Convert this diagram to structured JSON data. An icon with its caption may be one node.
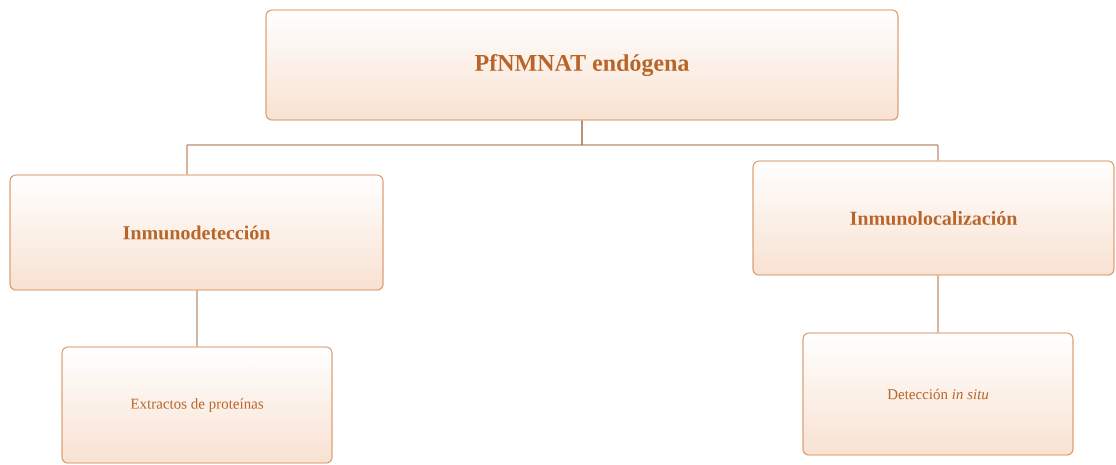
{
  "diagram": {
    "nodes": [
      {
        "text": [
          "PfNMNAT endógena"
        ]
      },
      {
        "text": [
          "Inmunodetección"
        ]
      },
      {
        "text": [
          "Inmunolocalización"
        ]
      },
      {
        "text": [
          "Extractos de proteínas"
        ]
      },
      {
        "text": [
          "Detección *in situ*"
        ]
      }
    ],
    "edges": [
      {
        "from": 0,
        "to": 1,
        "arrow": "none"
      },
      {
        "from": 0,
        "to": 2,
        "arrow": "none"
      },
      {
        "from": 1,
        "to": 3,
        "arrow": "none"
      },
      {
        "from": 2,
        "to": 4,
        "arrow": "none"
      }
    ]
  }
}
